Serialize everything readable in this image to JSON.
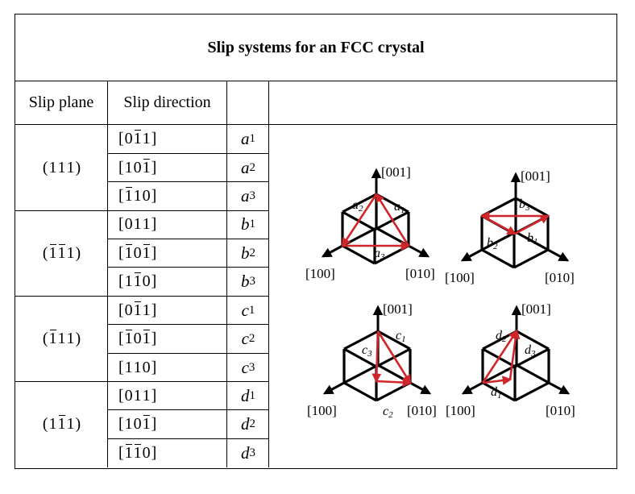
{
  "title": "Slip systems for an FCC crystal",
  "headers": {
    "slip_plane": "Slip plane",
    "slip_direction": "Slip direction",
    "label": ""
  },
  "colors": {
    "border": "#000000",
    "arrow_red": "#d0262b",
    "cube_black": "#000000"
  },
  "groups": [
    {
      "plane": [
        {
          "t": "(",
          "bar": false
        },
        {
          "t": "1",
          "bar": false
        },
        {
          "t": "1",
          "bar": false
        },
        {
          "t": "1",
          "bar": false
        },
        {
          "t": ")",
          "bar": false
        }
      ],
      "plane_text": "(111)",
      "systems": [
        {
          "direction_text": "[0-11]",
          "direction": [
            {
              "t": "[",
              "bar": false
            },
            {
              "t": "0",
              "bar": false
            },
            {
              "t": "1",
              "bar": true
            },
            {
              "t": "1",
              "bar": false
            },
            {
              "t": "]",
              "bar": false
            }
          ],
          "symbol": "a",
          "index": "1"
        },
        {
          "direction_text": "[10-1]",
          "direction": [
            {
              "t": "[",
              "bar": false
            },
            {
              "t": "1",
              "bar": false
            },
            {
              "t": "0",
              "bar": false
            },
            {
              "t": "1",
              "bar": true
            },
            {
              "t": "]",
              "bar": false
            }
          ],
          "symbol": "a",
          "index": "2"
        },
        {
          "direction_text": "[-110]",
          "direction": [
            {
              "t": "[",
              "bar": false
            },
            {
              "t": "1",
              "bar": true
            },
            {
              "t": "1",
              "bar": false
            },
            {
              "t": "0",
              "bar": false
            },
            {
              "t": "]",
              "bar": false
            }
          ],
          "symbol": "a",
          "index": "3"
        }
      ]
    },
    {
      "plane": [
        {
          "t": "(",
          "bar": false
        },
        {
          "t": "1",
          "bar": true
        },
        {
          "t": "1",
          "bar": true
        },
        {
          "t": "1",
          "bar": false
        },
        {
          "t": ")",
          "bar": false
        }
      ],
      "plane_text": "(-1-11)",
      "systems": [
        {
          "direction_text": "[011]",
          "direction": [
            {
              "t": "[",
              "bar": false
            },
            {
              "t": "0",
              "bar": false
            },
            {
              "t": "1",
              "bar": false
            },
            {
              "t": "1",
              "bar": false
            },
            {
              "t": "]",
              "bar": false
            }
          ],
          "symbol": "b",
          "index": "1"
        },
        {
          "direction_text": "[-10-1]",
          "direction": [
            {
              "t": "[",
              "bar": false
            },
            {
              "t": "1",
              "bar": true
            },
            {
              "t": "0",
              "bar": false
            },
            {
              "t": "1",
              "bar": true
            },
            {
              "t": "]",
              "bar": false
            }
          ],
          "symbol": "b",
          "index": "2"
        },
        {
          "direction_text": "[1-10]",
          "direction": [
            {
              "t": "[",
              "bar": false
            },
            {
              "t": "1",
              "bar": false
            },
            {
              "t": "1",
              "bar": true
            },
            {
              "t": "0",
              "bar": false
            },
            {
              "t": "]",
              "bar": false
            }
          ],
          "symbol": "b",
          "index": "3"
        }
      ]
    },
    {
      "plane": [
        {
          "t": "(",
          "bar": false
        },
        {
          "t": "1",
          "bar": true
        },
        {
          "t": "1",
          "bar": false
        },
        {
          "t": "1",
          "bar": false
        },
        {
          "t": ")",
          "bar": false
        }
      ],
      "plane_text": "(-111)",
      "systems": [
        {
          "direction_text": "[0-11]",
          "direction": [
            {
              "t": "[",
              "bar": false
            },
            {
              "t": "0",
              "bar": false
            },
            {
              "t": "1",
              "bar": true
            },
            {
              "t": "1",
              "bar": false
            },
            {
              "t": "]",
              "bar": false
            }
          ],
          "symbol": "c",
          "index": "1"
        },
        {
          "direction_text": "[-10-1]",
          "direction": [
            {
              "t": "[",
              "bar": false
            },
            {
              "t": "1",
              "bar": true
            },
            {
              "t": "0",
              "bar": false
            },
            {
              "t": "1",
              "bar": true
            },
            {
              "t": "]",
              "bar": false
            }
          ],
          "symbol": "c",
          "index": "2"
        },
        {
          "direction_text": "[110]",
          "direction": [
            {
              "t": "[",
              "bar": false
            },
            {
              "t": "1",
              "bar": false
            },
            {
              "t": "1",
              "bar": false
            },
            {
              "t": "0",
              "bar": false
            },
            {
              "t": "]",
              "bar": false
            }
          ],
          "symbol": "c",
          "index": "3"
        }
      ]
    },
    {
      "plane": [
        {
          "t": "(",
          "bar": false
        },
        {
          "t": "1",
          "bar": false
        },
        {
          "t": "1",
          "bar": true
        },
        {
          "t": "1",
          "bar": false
        },
        {
          "t": ")",
          "bar": false
        }
      ],
      "plane_text": "(1-11)",
      "systems": [
        {
          "direction_text": "[011]",
          "direction": [
            {
              "t": "[",
              "bar": false
            },
            {
              "t": "0",
              "bar": false
            },
            {
              "t": "1",
              "bar": false
            },
            {
              "t": "1",
              "bar": false
            },
            {
              "t": "]",
              "bar": false
            }
          ],
          "symbol": "d",
          "index": "1"
        },
        {
          "direction_text": "[10-1]",
          "direction": [
            {
              "t": "[",
              "bar": false
            },
            {
              "t": "1",
              "bar": false
            },
            {
              "t": "0",
              "bar": false
            },
            {
              "t": "1",
              "bar": true
            },
            {
              "t": "]",
              "bar": false
            }
          ],
          "symbol": "d",
          "index": "2"
        },
        {
          "direction_text": "[-1-10]",
          "direction": [
            {
              "t": "[",
              "bar": false
            },
            {
              "t": "1",
              "bar": true
            },
            {
              "t": "1",
              "bar": true
            },
            {
              "t": "0",
              "bar": false
            },
            {
              "t": "]",
              "bar": false
            }
          ],
          "symbol": "d",
          "index": "3"
        }
      ]
    }
  ],
  "diagrams": [
    {
      "id": "a",
      "axis_labels": {
        "z": "[001]",
        "x": "[100]",
        "y": "[010]"
      },
      "vector_labels": [
        {
          "s": "a",
          "i": "1"
        },
        {
          "s": "a",
          "i": "2"
        },
        {
          "s": "a",
          "i": "3"
        }
      ]
    },
    {
      "id": "b",
      "axis_labels": {
        "z": "[001]",
        "x": "[100]",
        "y": "[010]"
      },
      "vector_labels": [
        {
          "s": "b",
          "i": "1"
        },
        {
          "s": "b",
          "i": "2"
        },
        {
          "s": "b",
          "i": "3"
        }
      ]
    },
    {
      "id": "c",
      "axis_labels": {
        "z": "[001]",
        "x": "[100]",
        "y": "[010]"
      },
      "vector_labels": [
        {
          "s": "c",
          "i": "1"
        },
        {
          "s": "c",
          "i": "2"
        },
        {
          "s": "c",
          "i": "3"
        }
      ]
    },
    {
      "id": "d",
      "axis_labels": {
        "z": "[001]",
        "x": "[100]",
        "y": "[010]"
      },
      "vector_labels": [
        {
          "s": "d",
          "i": "1"
        },
        {
          "s": "d",
          "i": "2"
        },
        {
          "s": "d",
          "i": "3"
        }
      ]
    }
  ]
}
